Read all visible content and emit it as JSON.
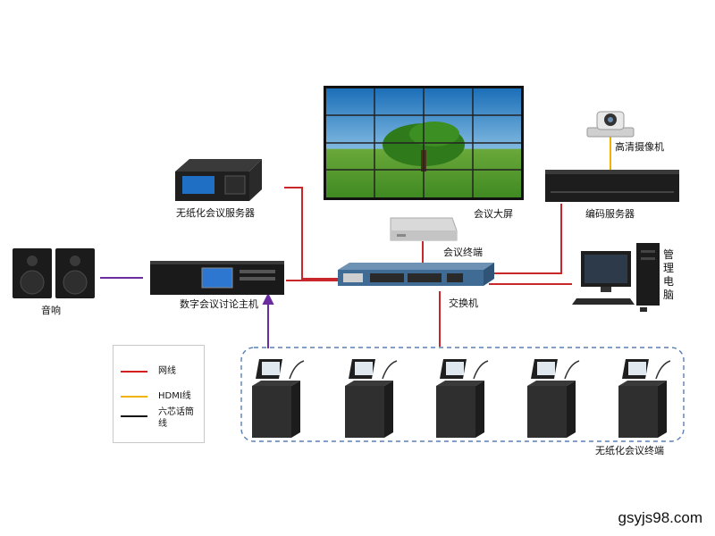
{
  "labels": {
    "server": "无纸化会议服务器",
    "screen": "会议大屏",
    "camera": "高清摄像机",
    "encoder": "编码服务器",
    "terminal": "会议终端",
    "host": "数字会议讨论主机",
    "speaker": "音响",
    "switch": "交换机",
    "pc": "管理电脑",
    "terminals": "无纸化会议终端"
  },
  "legend": {
    "items": [
      {
        "label": "网线",
        "color": "#d42020"
      },
      {
        "label": "HDMI线",
        "color": "#f2b200"
      },
      {
        "label": "六芯话筒线",
        "color": "#111111"
      }
    ]
  },
  "colors": {
    "network": "#c8282c",
    "audio": "#6a2c9e",
    "hdmi": "#f2b200",
    "dash": "#5a7fb0"
  },
  "watermark": "gsyjs98.com"
}
